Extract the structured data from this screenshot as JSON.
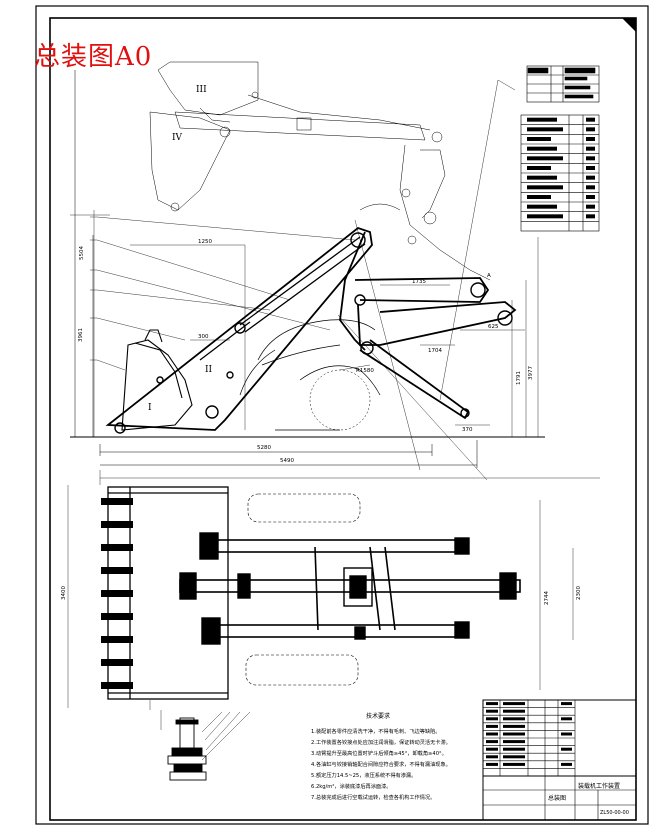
{
  "sheet_title": "总装图A0",
  "roman_labels": [
    "I",
    "II",
    "III",
    "IV"
  ],
  "point_label_a": "A",
  "side_view_dims": {
    "d_1250": "1250",
    "d_300": "300",
    "d_1735": "1735",
    "d_5280": "5280",
    "d_5490": "5490",
    "d_5504": "5504",
    "d_3961": "3961",
    "d_3977": "3977",
    "d_1704": "1704",
    "d_625": "625",
    "d_1580": "R1580",
    "d_370": "370",
    "d_1791": "1791"
  },
  "top_view_dims": {
    "d_3400": "3400",
    "d_2744": "2744",
    "d_2300": "2300"
  },
  "notes": {
    "heading": "技术要求",
    "items": [
      "1.装配前各零件应清洗干净，不得有毛刺、飞边等缺陷。",
      "2.工作装置各铰接点处应加注润滑脂，保证转动灵活无卡滞。",
      "3.动臂提升至最高位置时铲斗后倾角≥45°，卸载角≥40°。",
      "4.各油缸与铰接销轴配合间隙应符合要求，不得有漏油现象。",
      "5.额定压力14.5~25，液压系统不得有渗漏。",
      "6.2kg/m²，涂装底漆后再涂面漆。",
      "7.总装完成后进行空载试运转，检查各机构工作情况。"
    ]
  },
  "title_block": {
    "drawing_name": "总装图",
    "company": "装载机工作装置",
    "drawing_no": "ZL50-00-00"
  }
}
